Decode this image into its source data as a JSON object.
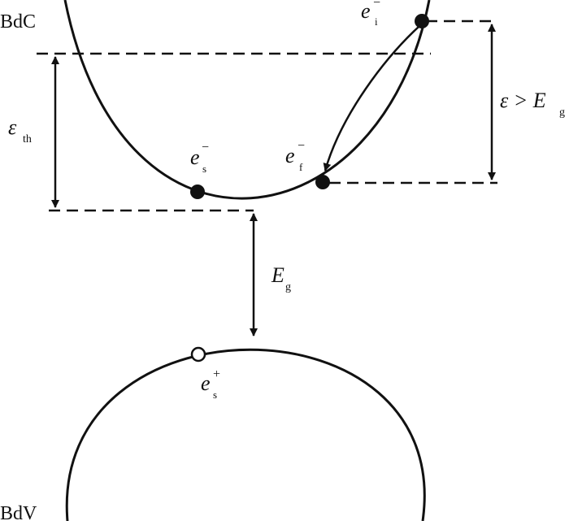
{
  "bands": {
    "conduction": "BdC",
    "valence": "BdV"
  },
  "labels": {
    "eps_th_main": "ε",
    "eps_th_sub": "th",
    "eps_gt_main": "ε > E",
    "eps_gt_sub": "g",
    "gap_main": "E",
    "gap_sub": "g",
    "es_main": "e",
    "es_sup": "−",
    "es_sub": "s",
    "ef_main": "e",
    "ef_sup": "−",
    "ef_sub": "f",
    "ei_main": "e",
    "ei_sup": "−",
    "ei_sub": "i",
    "hole_main": "e",
    "hole_sup": "+",
    "hole_sub": "s"
  },
  "colors": {
    "ink": "#111111",
    "background": "#ffffff"
  },
  "particles": {
    "electrons": [
      "e_s",
      "e_f",
      "e_i"
    ],
    "holes": [
      "e_s+"
    ]
  }
}
